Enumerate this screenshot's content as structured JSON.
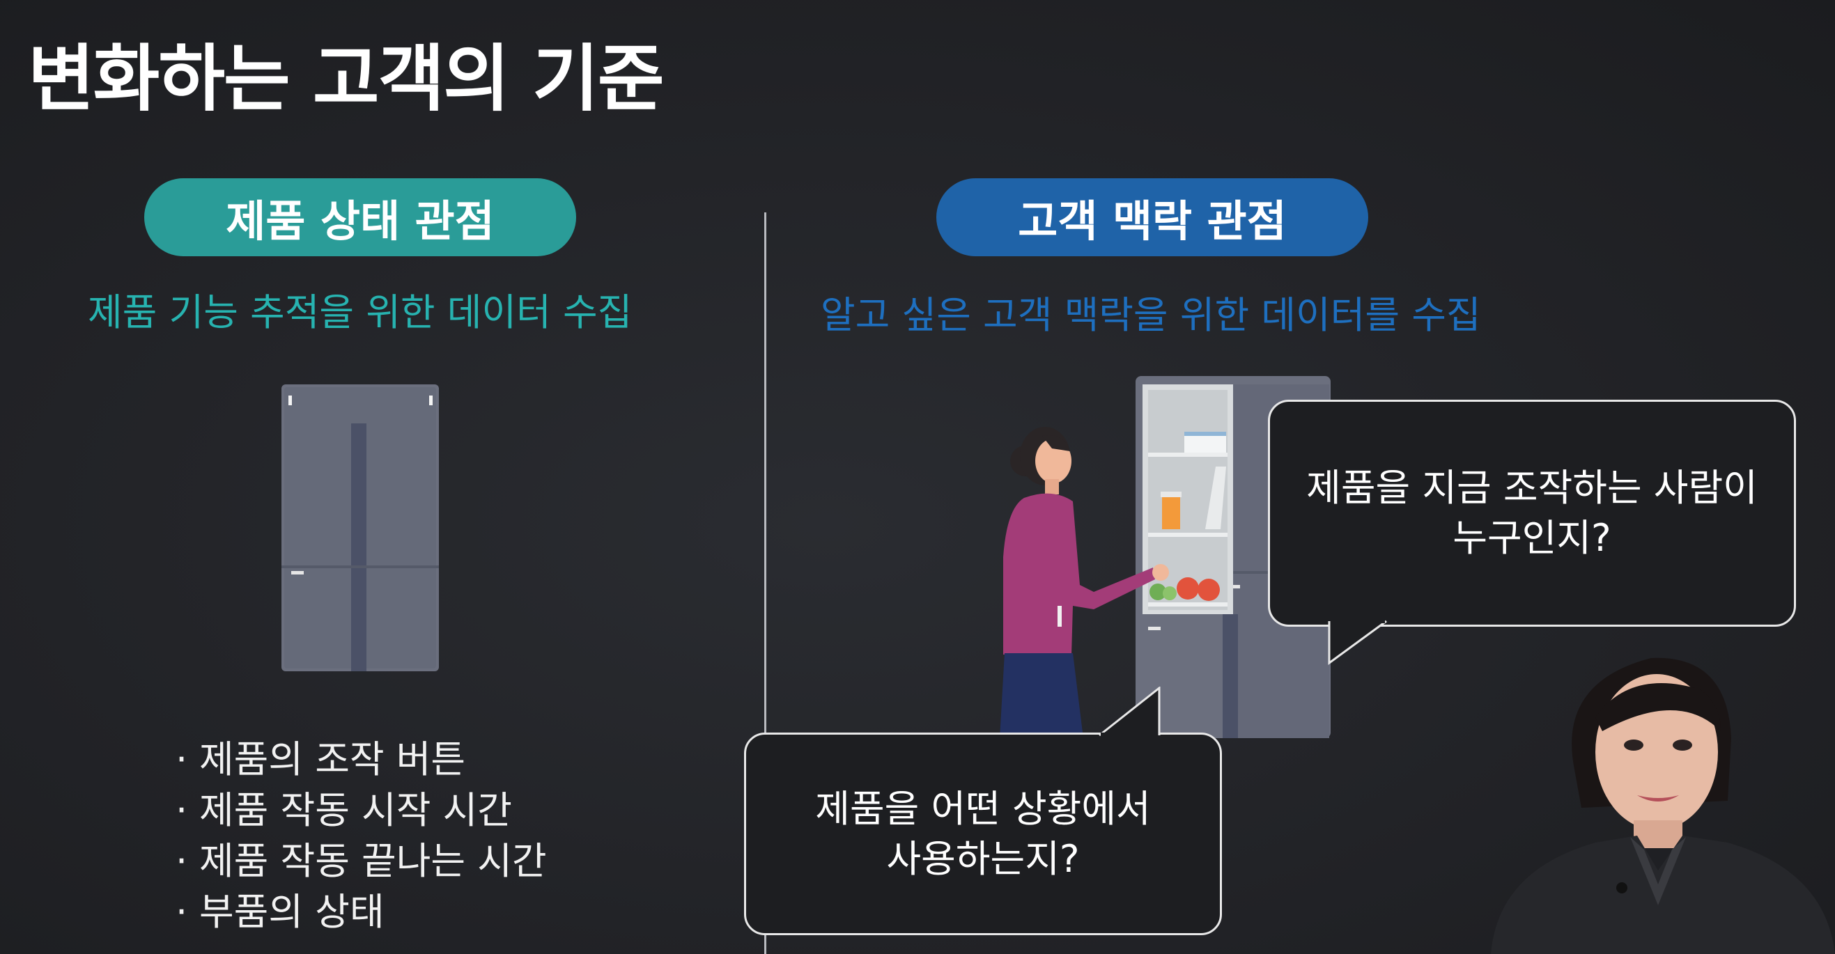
{
  "slide": {
    "title": "변화하는 고객의 기준",
    "left_panel": {
      "pill_label": "제품 상태 관점",
      "subtitle": "제품 기능 추적을 위한 데이터 수집",
      "bullets": [
        "제품의 조작 버튼",
        "제품 작동 시작 시간",
        "제품 작동 끝나는 시간",
        "부품의 상태"
      ],
      "bullet_marker": "·"
    },
    "right_panel": {
      "pill_label": "고객 맥락 관점",
      "subtitle": "알고 싶은 고객 맥락을 위한 데이터를 수집",
      "bubble_top": {
        "line1": "제품을 지금 조작하는 사람이",
        "line2": "누구인지?"
      },
      "bubble_bottom": {
        "line1": "제품을 어떤 상황에서",
        "line2": "사용하는지?"
      }
    }
  },
  "colors": {
    "background": "#1f2024",
    "left_accent": "#2a9c98",
    "left_subtitle": "#27b3b0",
    "right_accent": "#1f63a8",
    "right_subtitle": "#1e6fbf",
    "fridge": "#6b6f7e"
  },
  "icons": {
    "fridge": "refrigerator-icon",
    "person": "person-illustration",
    "presenter": "presenter-video"
  }
}
